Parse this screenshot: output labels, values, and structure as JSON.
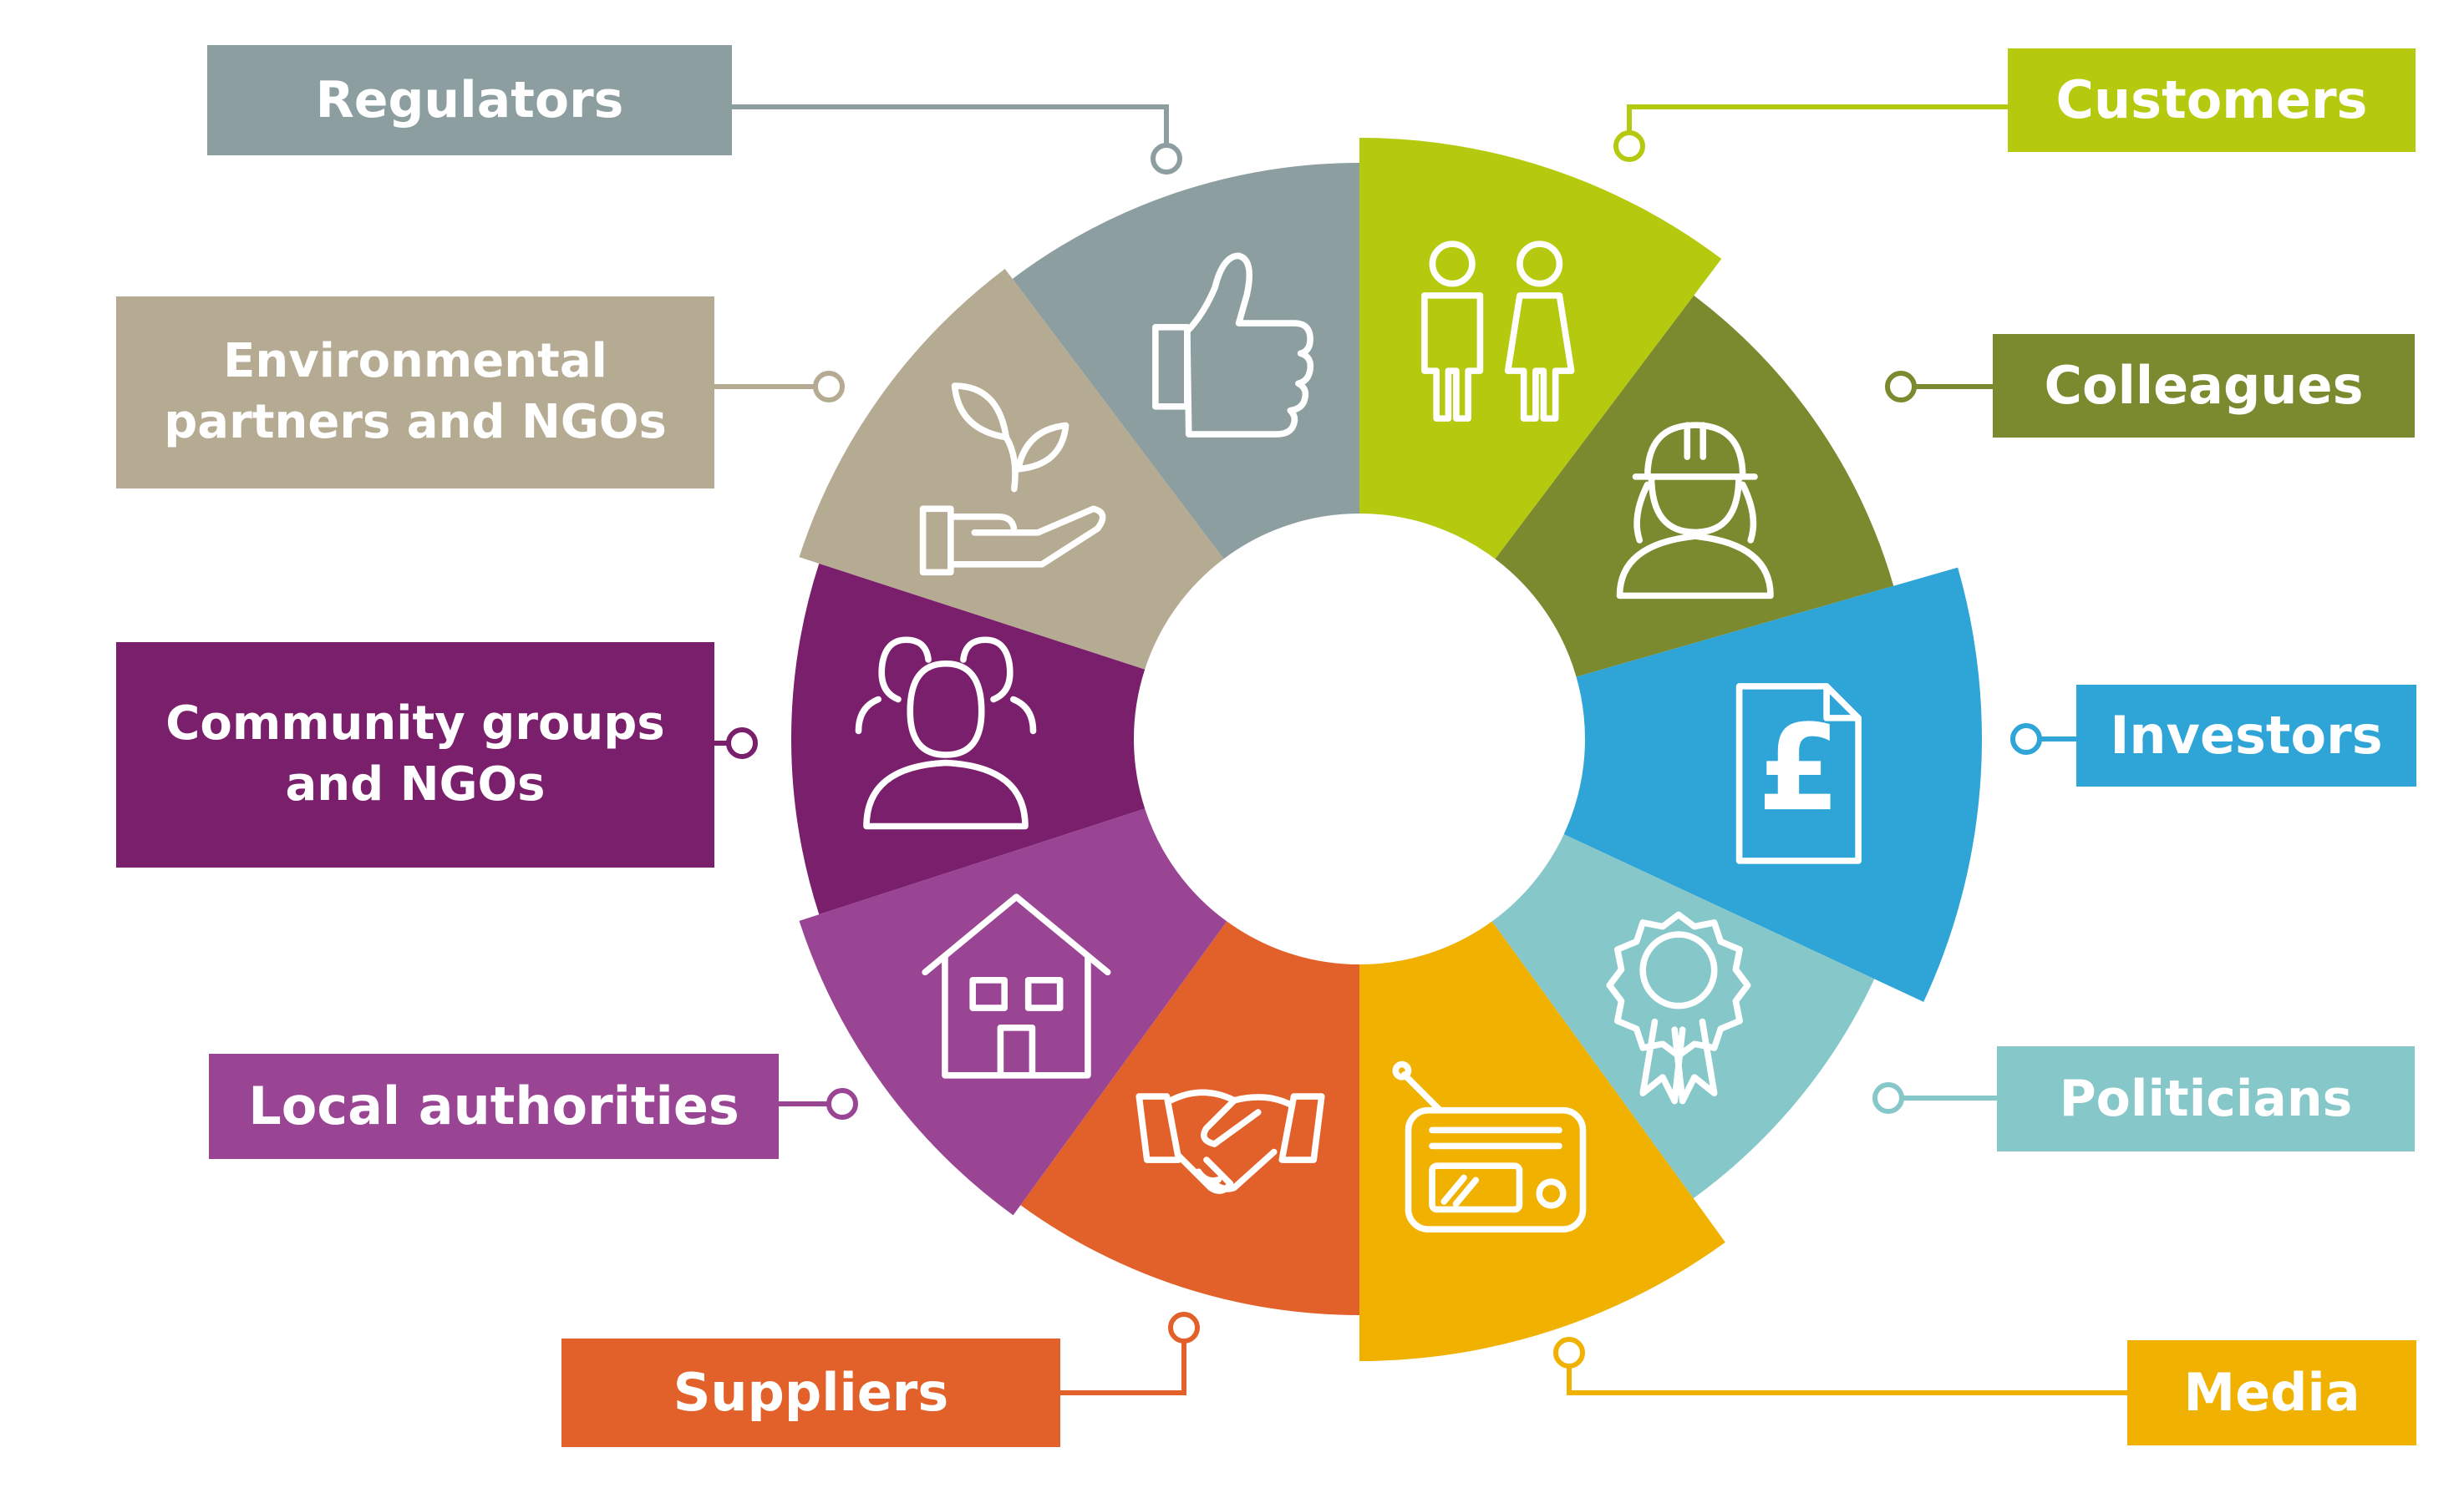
{
  "stakeholders": [
    {
      "id": "regulators",
      "label": "Regulators",
      "color": "#8c9ea0",
      "icon": "thumbs-up-icon"
    },
    {
      "id": "customers",
      "label": "Customers",
      "color": "#b5c90e",
      "icon": "people-icon"
    },
    {
      "id": "colleagues",
      "label": "Colleagues",
      "color": "#7b8a2f",
      "icon": "worker-hardhat-icon"
    },
    {
      "id": "investors",
      "label": "Investors",
      "color": "#2fa4d6",
      "icon": "pound-document-icon"
    },
    {
      "id": "politicians",
      "label": "Politicians",
      "color": "#86c7c9",
      "icon": "rosette-icon"
    },
    {
      "id": "media",
      "label": "Media",
      "color": "#f0b100",
      "icon": "radio-icon"
    },
    {
      "id": "suppliers",
      "label": "Suppliers",
      "color": "#e2612a",
      "icon": "handshake-icon"
    },
    {
      "id": "local-authorities",
      "label": "Local authorities",
      "color": "#9a4594",
      "icon": "house-icon"
    },
    {
      "id": "community-groups",
      "label": "Community groups and NGOs",
      "label_lines": [
        "Community groups",
        "and NGOs"
      ],
      "color": "#7a1f6b",
      "icon": "community-people-icon"
    },
    {
      "id": "environmental-partners",
      "label": "Environmental partners and NGOs",
      "label_lines": [
        "Environmental",
        "partners and NGOs"
      ],
      "color": "#b5aa92",
      "icon": "plant-in-hand-icon"
    }
  ]
}
